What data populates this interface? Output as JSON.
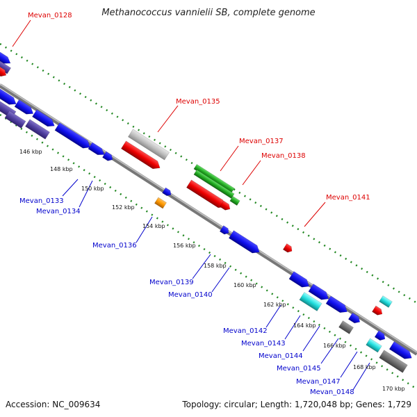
{
  "title": "Methanococcus vannielii SB, complete genome",
  "footer": {
    "accession": "Accession: NC_009634",
    "topology": "Topology: circular; Length: 1,720,048 bp; Genes: 1,729"
  },
  "colors": {
    "forward_gene": "#0000ee",
    "reverse_gene": "#ee0000",
    "rna_gene": "#22aa22",
    "pseudo_gene": "#bbbbbb",
    "other_gene": "#33dddd",
    "backbone": "#999999",
    "tick": "#228822"
  },
  "scale_labels": [
    "146 kbp",
    "148 kbp",
    "150 kbp",
    "152 kbp",
    "154 kbp",
    "156 kbp",
    "158 kbp",
    "160 kbp",
    "162 kbp",
    "164 kbp",
    "166 kbp",
    "168 kbp",
    "170 kbp"
  ],
  "gene_labels": [
    {
      "name": "Mevan_0128",
      "color": "red"
    },
    {
      "name": "Mevan_0135",
      "color": "red"
    },
    {
      "name": "Mevan_0137",
      "color": "red"
    },
    {
      "name": "Mevan_0138",
      "color": "red"
    },
    {
      "name": "Mevan_0141",
      "color": "red"
    },
    {
      "name": "Mevan_0133",
      "color": "blue"
    },
    {
      "name": "Mevan_0134",
      "color": "blue"
    },
    {
      "name": "Mevan_0136",
      "color": "blue"
    },
    {
      "name": "Mevan_0139",
      "color": "blue"
    },
    {
      "name": "Mevan_0140",
      "color": "blue"
    },
    {
      "name": "Mevan_0142",
      "color": "blue"
    },
    {
      "name": "Mevan_0143",
      "color": "blue"
    },
    {
      "name": "Mevan_0144",
      "color": "blue"
    },
    {
      "name": "Mevan_0145",
      "color": "blue"
    },
    {
      "name": "Mevan_0147",
      "color": "blue"
    },
    {
      "name": "Mevan_0148",
      "color": "blue"
    }
  ]
}
